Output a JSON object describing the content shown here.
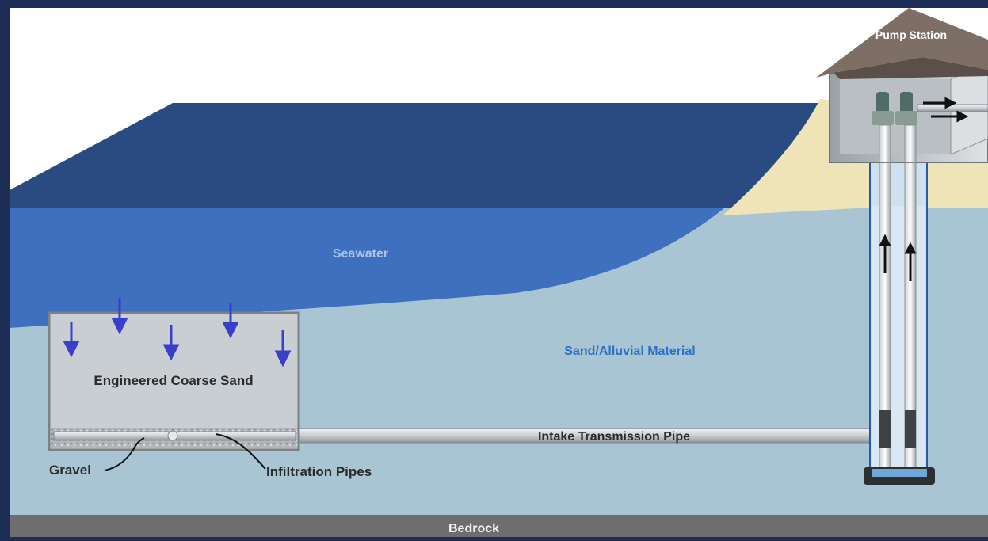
{
  "labels": {
    "pump_station": "Pump Station",
    "seawater": "Seawater",
    "sand_alluvial": "Sand/Alluvial Material",
    "engineered_sand": "Engineered Coarse Sand",
    "intake_pipe": "Intake Transmission Pipe",
    "gravel": "Gravel",
    "infiltration_pipes": "Infiltration Pipes",
    "bedrock": "Bedrock"
  },
  "colors": {
    "frame": "#1e2d55",
    "sky": "#ffffff",
    "sea_surface": "#2a4a82",
    "seawater": "#3f6fbf",
    "sand": "#a9c4d2",
    "beach": "#efe3b8",
    "engineered_sand": "#c8ced2",
    "bedrock": "#6e6e6e",
    "down_arrow": "#3a3fc8",
    "roof": "#7e6f66",
    "seawater_label": "#a9c2e6",
    "sand_label": "#2f6fc4"
  }
}
